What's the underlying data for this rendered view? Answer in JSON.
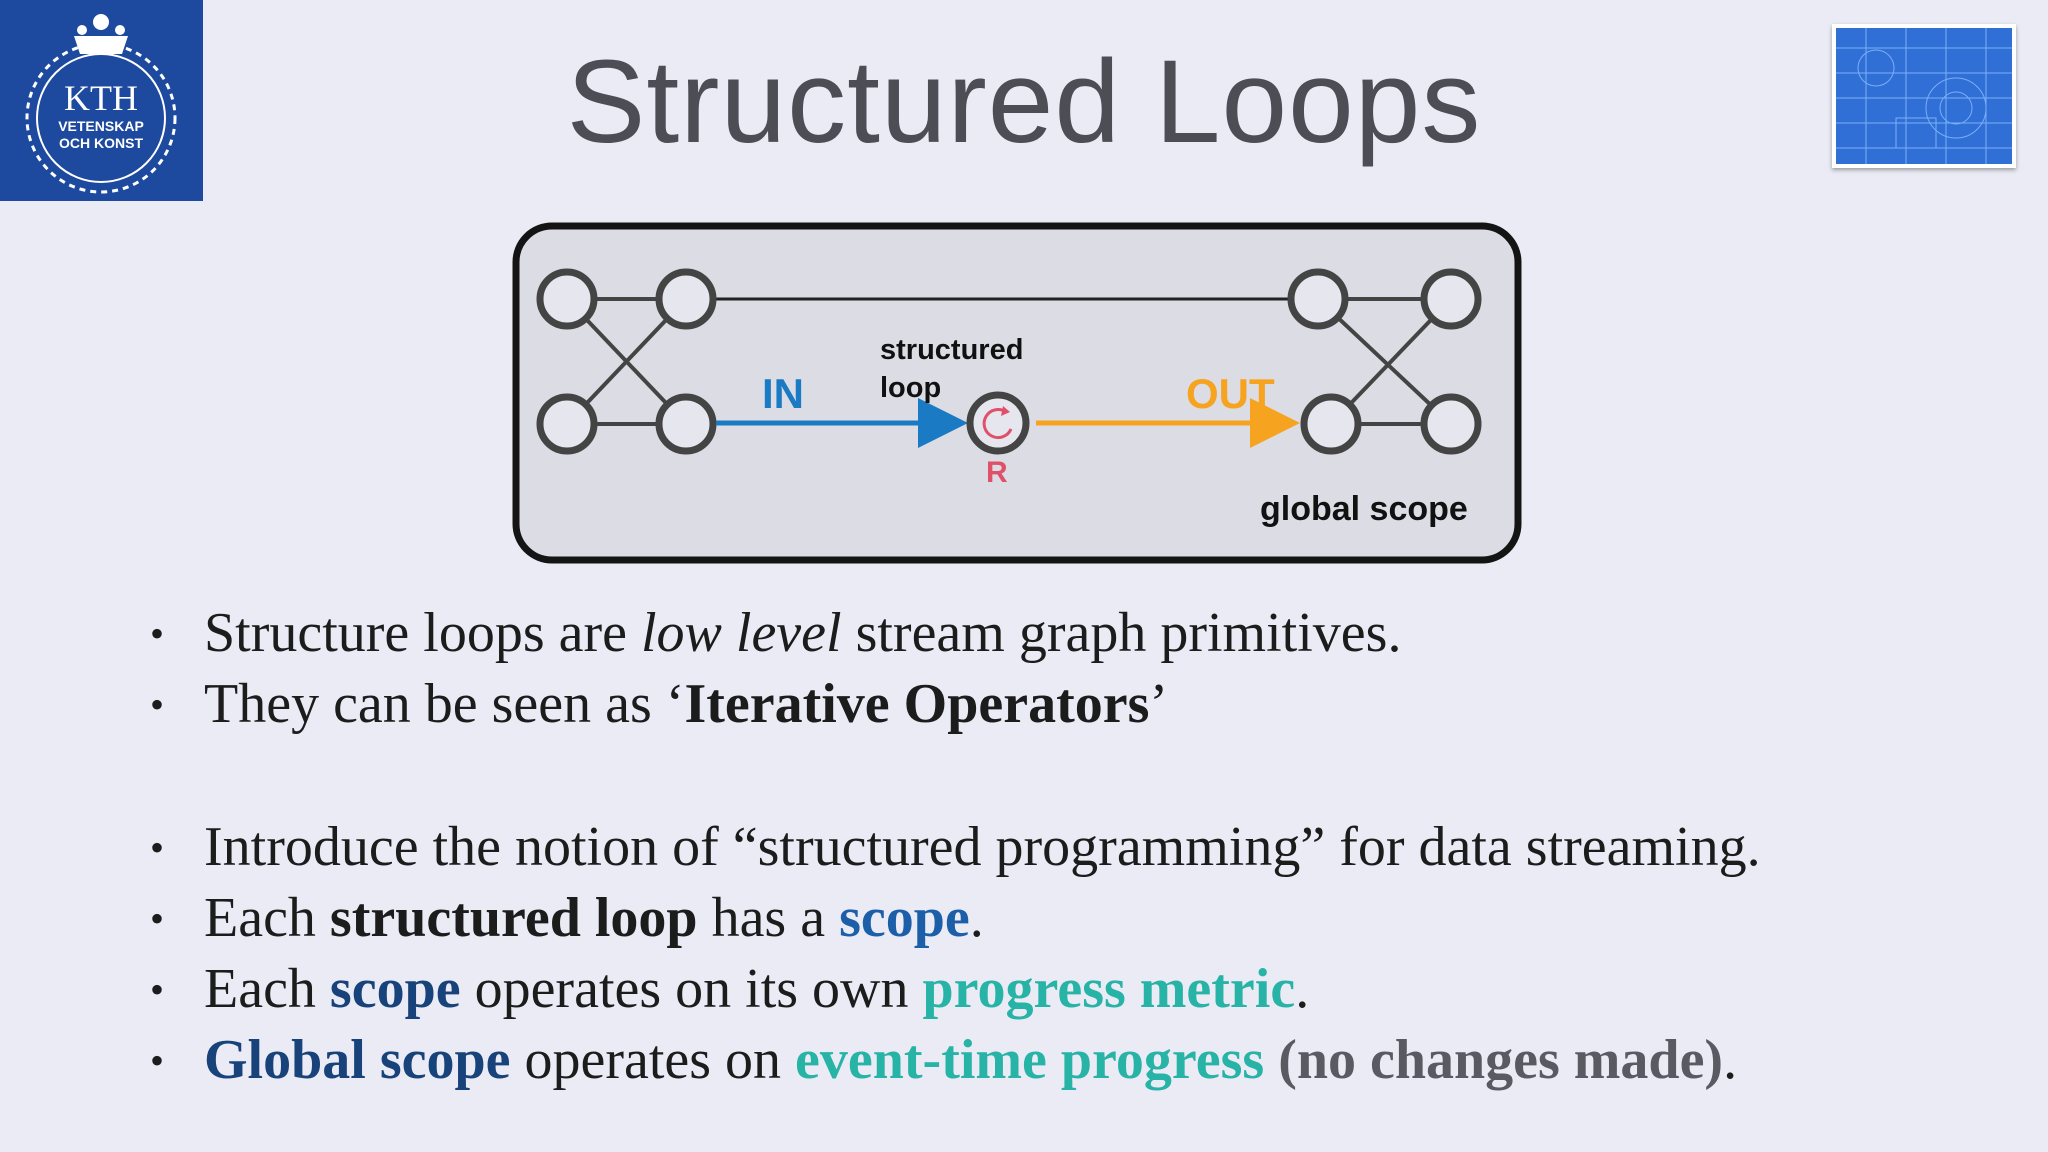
{
  "logo": {
    "text_main": "KTH",
    "text_line1": "VETENSKAP",
    "text_line2": "OCH KONST",
    "background": "#1d4a9e"
  },
  "title": "Structured Loops",
  "thumbnail": {
    "icon": "blueprint-image",
    "color": "#2f6fd6"
  },
  "diagram": {
    "label_in": "IN",
    "label_structured": "structured",
    "label_loop": "loop",
    "label_out": "OUT",
    "label_r": "R",
    "label_scope": "global scope",
    "colors": {
      "in": "#1a7bc4",
      "out": "#f6a31f",
      "r": "#e0506a",
      "node": "#444444"
    }
  },
  "bullets": [
    {
      "parts": [
        "Structure loops are ",
        "low level",
        " stream graph primitives."
      ]
    },
    {
      "parts": [
        "They can be seen as ‘",
        "Iterative Operators",
        "’"
      ]
    },
    {
      "parts": [
        "Introduce the notion of “structured programming” for data streaming."
      ]
    },
    {
      "parts": [
        "Each ",
        "structured loop",
        " has a ",
        "scope",
        "."
      ]
    },
    {
      "parts": [
        "Each ",
        "scope",
        " operates on its own ",
        "progress metric",
        "."
      ]
    },
    {
      "parts": [
        "Global scope",
        " operates on ",
        "event-time progress",
        " ",
        "(no changes made)",
        "."
      ]
    }
  ],
  "bullet_symbol": "•"
}
